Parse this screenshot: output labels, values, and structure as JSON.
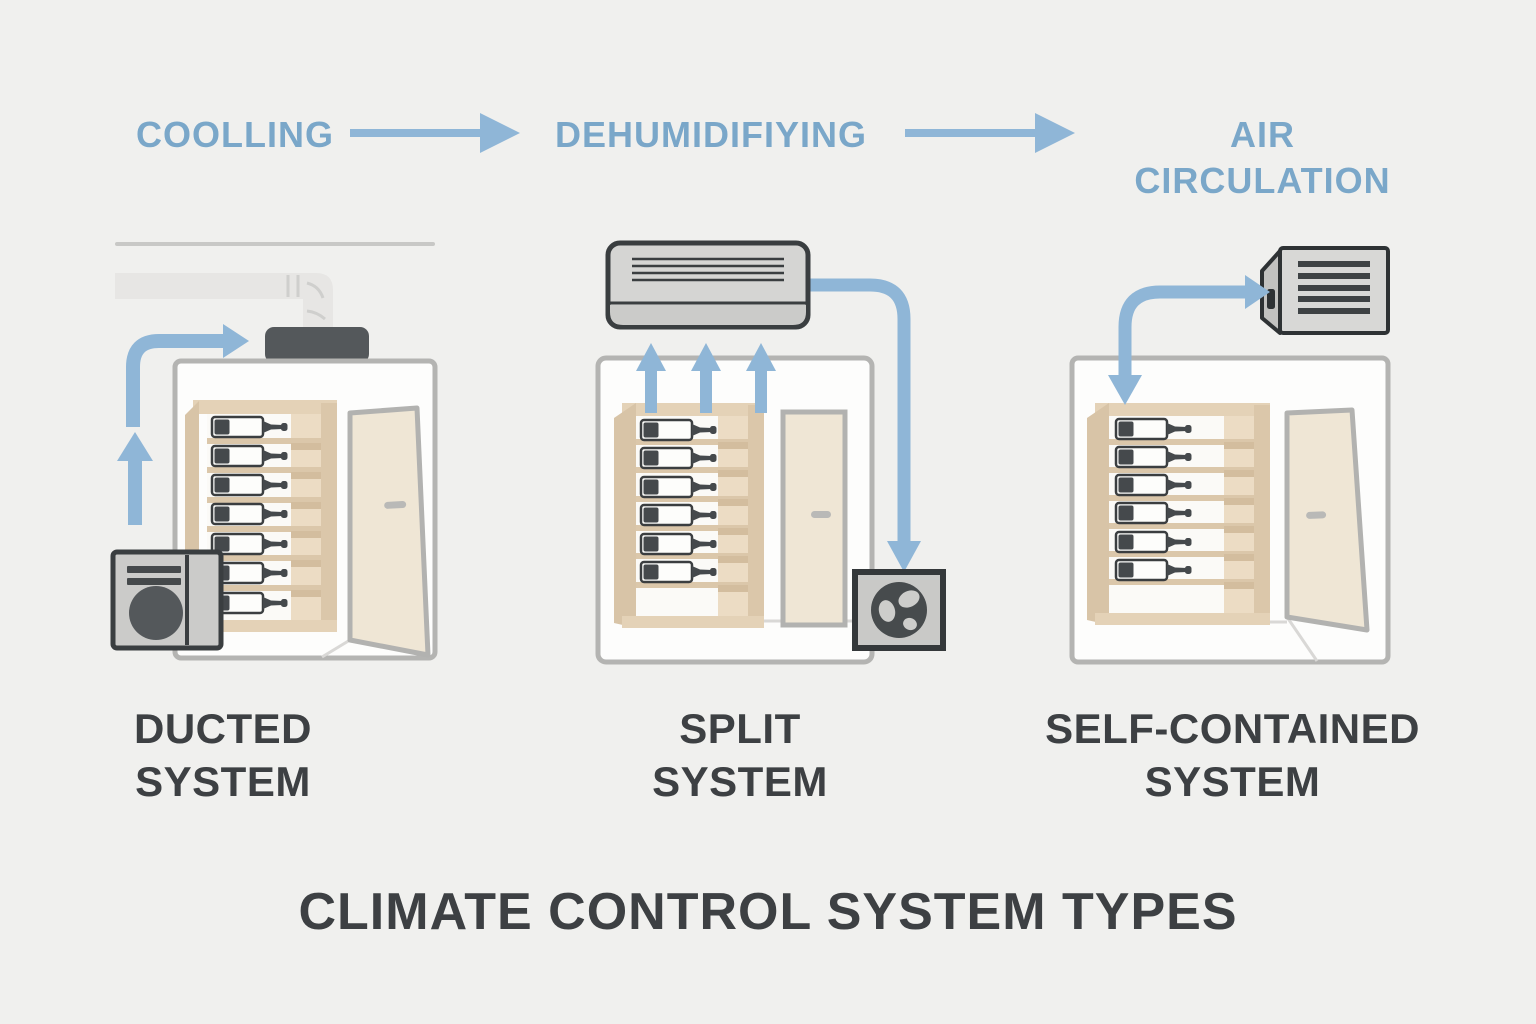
{
  "header": {
    "steps": [
      {
        "label": "COOLLING"
      },
      {
        "label": "DEHUMIDIFIYING"
      },
      {
        "label": "AIR CIRCULATION"
      }
    ]
  },
  "panels": [
    {
      "id": "ducted",
      "label_line1": "DUCTED",
      "label_line2": "SYSTEM"
    },
    {
      "id": "split",
      "label_line1": "SPLIT",
      "label_line2": "SYSTEM"
    },
    {
      "id": "self-contained",
      "label_line1": "SELF-CONTAINED",
      "label_line2": "SYSTEM"
    }
  ],
  "title": "CLIMATE CONTROL SYSTEM TYPES",
  "colors": {
    "bg": "#f0f0ee",
    "blue-arrow": "#8fb6d7",
    "blue-text": "#7aa7c9",
    "ink": "#3d4043",
    "room-stroke": "#b4b4b2",
    "room-fill": "#fdfdfc",
    "wood-light": "#ecdcc4",
    "wood-mid": "#e4d2b7",
    "wood-dark": "#d3bd9e",
    "wood-side": "#d8c4a7",
    "wood-board": "#dbc7aa",
    "interior": "#fbfaf7",
    "door": "#efe6d5",
    "door-stroke": "#b2b2b0",
    "dark-unit": "#54585b",
    "gray-unit": "#cbcbc9",
    "unit-border": "#3a3e40",
    "duct": "#e7e6e4",
    "duct-line": "#cfcfcd",
    "bottle-dark": "#45494c",
    "bottle-light": "#fdfdfb",
    "floor-line": "#d9d8d6",
    "ceiling-line": "#c8c8c6"
  }
}
